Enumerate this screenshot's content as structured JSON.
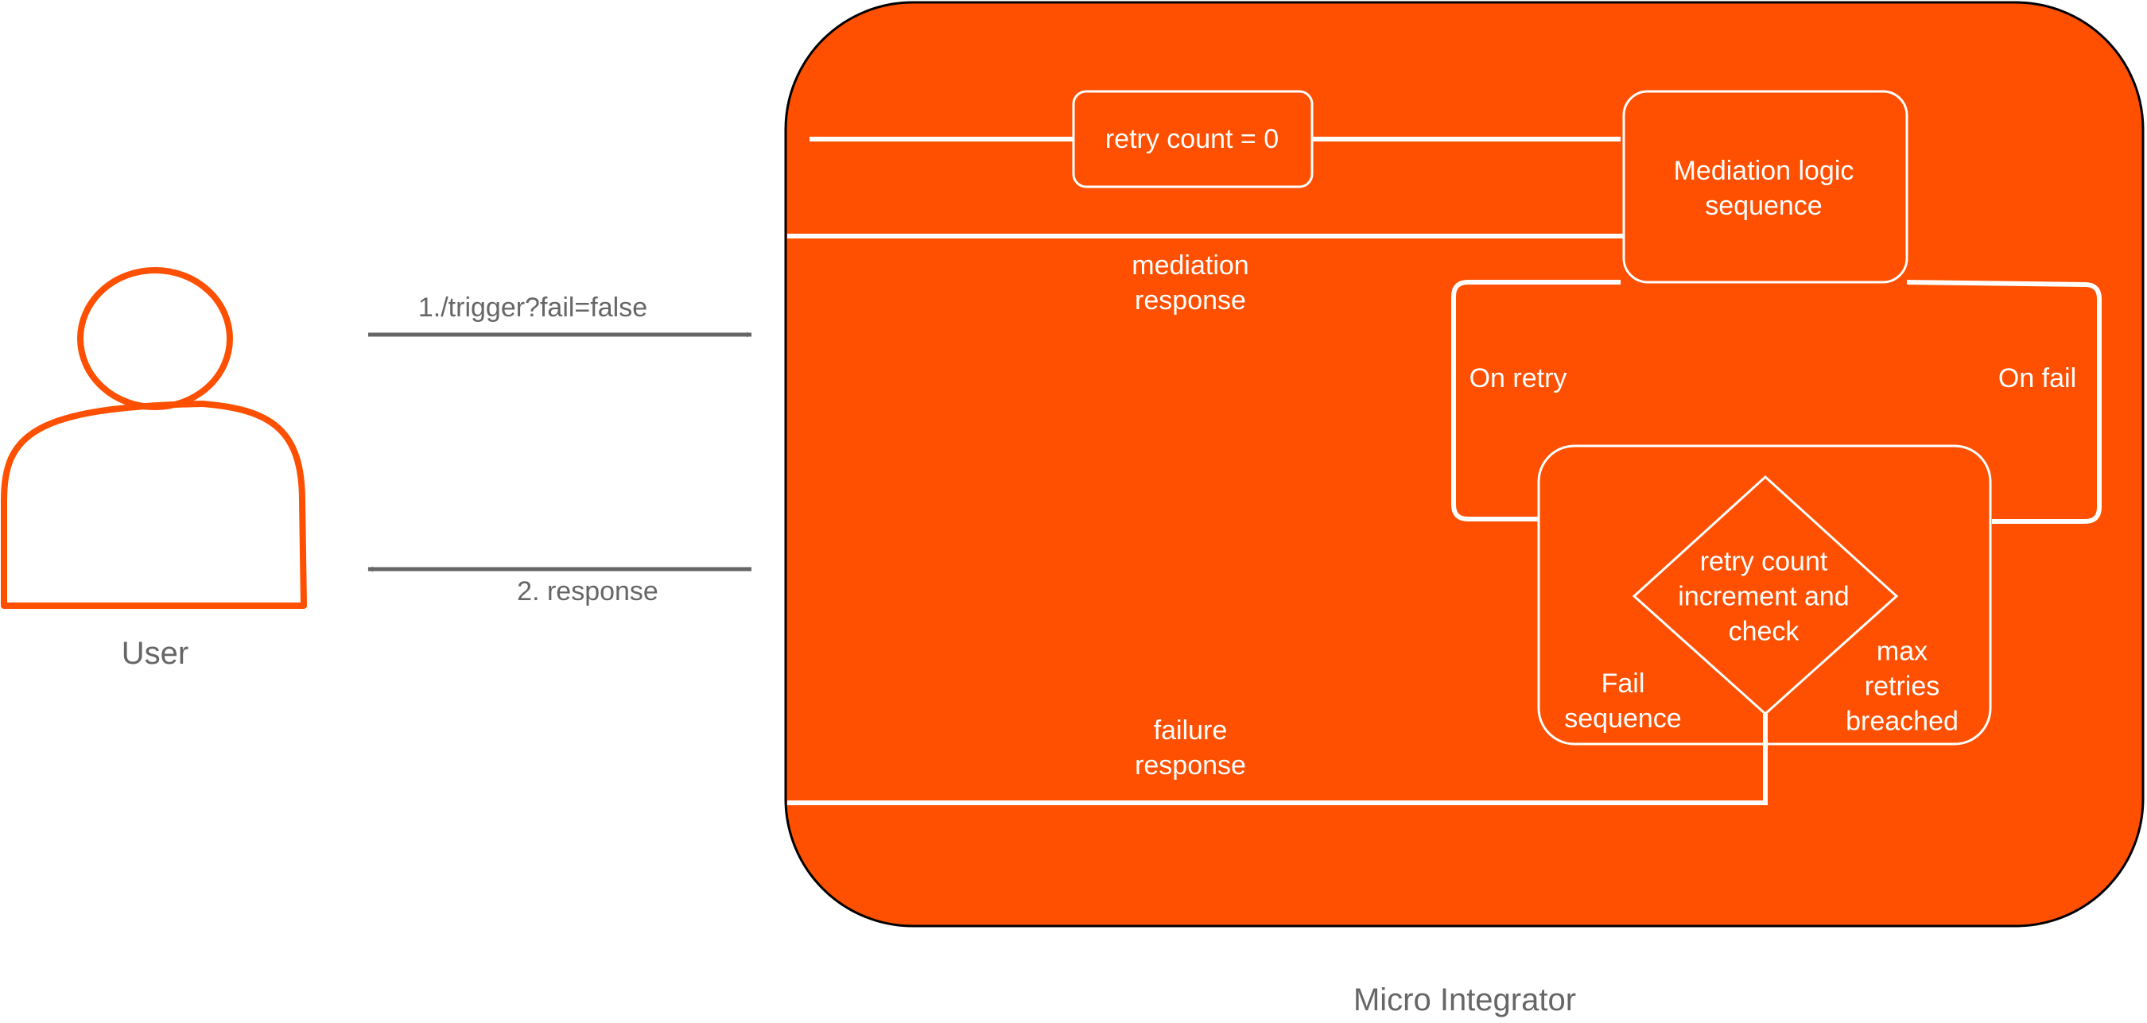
{
  "colors": {
    "container_fill": "#FE5000",
    "container_stroke": "#000000",
    "inner_stroke": "#FFFFFF",
    "user_stroke": "#FE5000",
    "external_arrow": "#666666"
  },
  "user": {
    "label": "User",
    "icon": "user-icon"
  },
  "container": {
    "label": "Micro Integrator"
  },
  "external_flows": {
    "request": "1./trigger?fail=false",
    "response": "2. response"
  },
  "nodes": {
    "retry_count": "retry count = 0",
    "mediation_logic": "Mediation logic\nsequence",
    "decision": "retry count\nincrement and\ncheck"
  },
  "edges": {
    "mediation_response": "mediation\nresponse",
    "on_retry": "On retry",
    "on_fail": "On fail",
    "fail_sequence": "Fail\nsequence",
    "max_retries": "max\nretries\nbreached",
    "failure_response": "failure\nresponse"
  }
}
